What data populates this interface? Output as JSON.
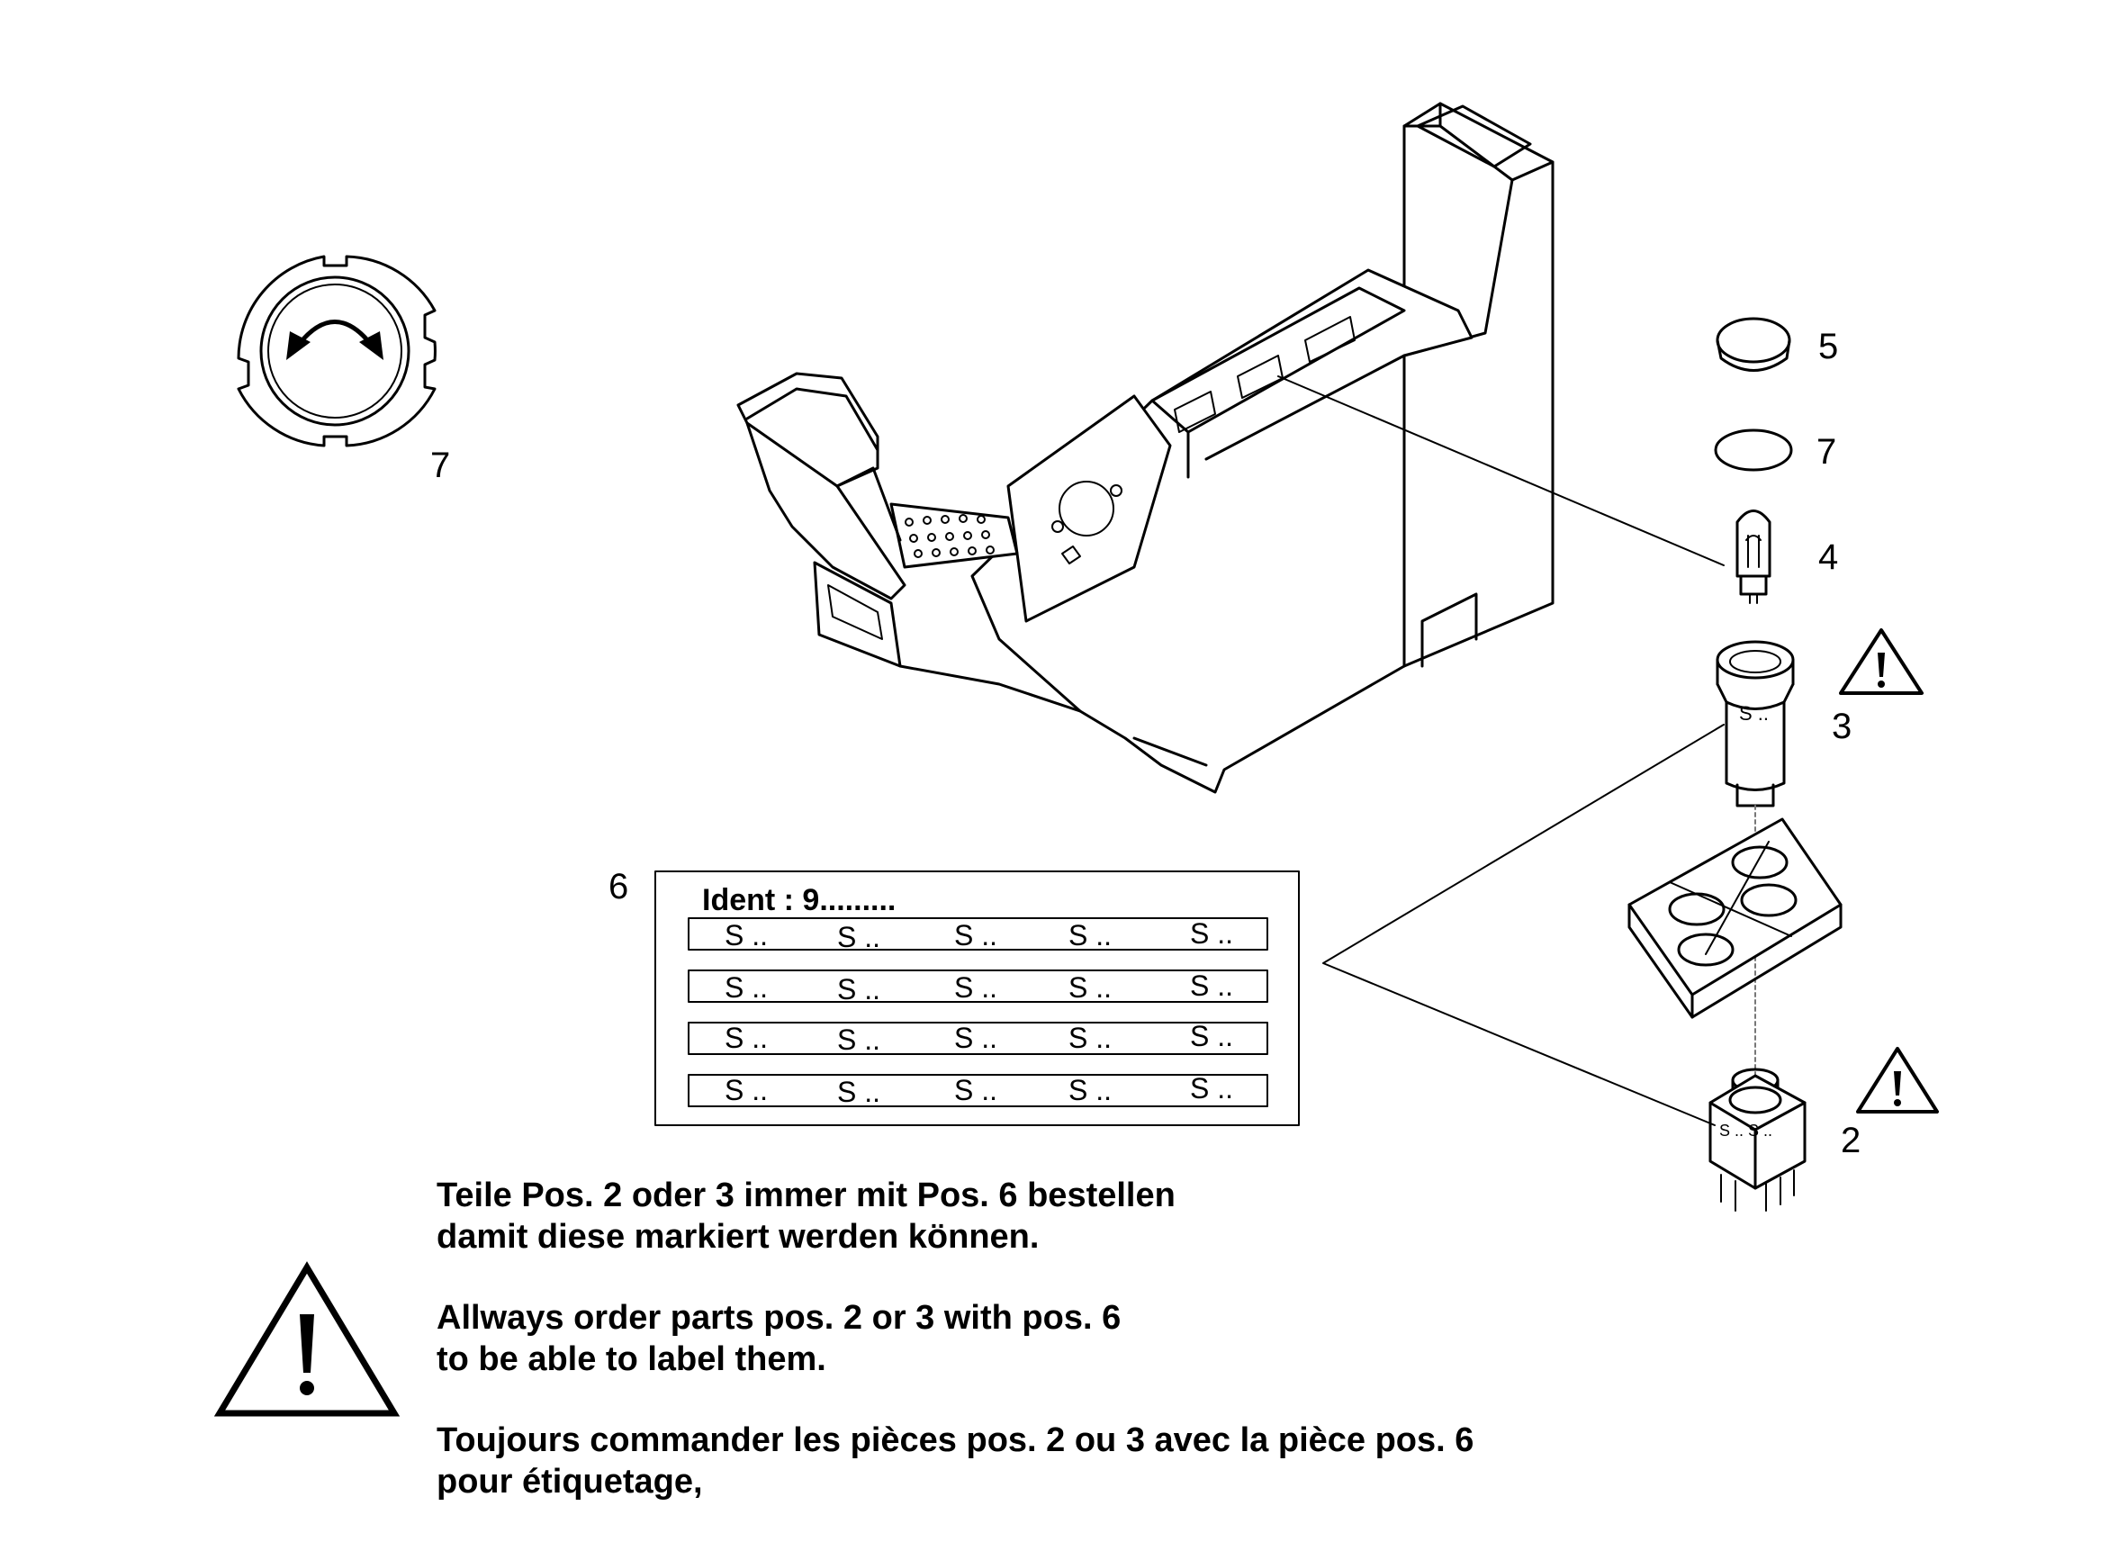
{
  "callouts": {
    "ring": "7",
    "cap": "5",
    "oring": "7",
    "bulb": "4",
    "switch_round": "3",
    "switch_square": "2",
    "label_sheet": "6"
  },
  "label_sheet": {
    "ident": "Ident : 9.........",
    "cell_text": "S ..",
    "rows": [
      [
        "S ..",
        "S ..",
        "S ..",
        "S ..",
        "S .."
      ],
      [
        "S ..",
        "S ..",
        "S ..",
        "S ..",
        "S .."
      ],
      [
        "S ..",
        "S ..",
        "S ..",
        "S ..",
        "S .."
      ],
      [
        "S ..",
        "S ..",
        "S ..",
        "S ..",
        "S .."
      ]
    ]
  },
  "part_markings": {
    "switch_round": "S ..",
    "switch_square": "S .. S .."
  },
  "notes": [
    {
      "lang": "de",
      "lines": [
        "Teile Pos. 2 oder 3 immer mit Pos. 6 bestellen",
        "damit diese markiert werden können."
      ]
    },
    {
      "lang": "en",
      "lines": [
        "Allways order parts pos. 2 or 3 with pos. 6",
        "to be able to label them."
      ]
    },
    {
      "lang": "fr",
      "lines": [
        "Toujours commander les pièces pos. 2 ou 3 avec la pièce pos. 6",
        "pour étiquetage,"
      ]
    }
  ],
  "icons": {
    "warning": "warning-triangle-icon",
    "rotate": "rotate-arrow-icon"
  },
  "colors": {
    "ink": "#000000",
    "paper": "#ffffff"
  }
}
